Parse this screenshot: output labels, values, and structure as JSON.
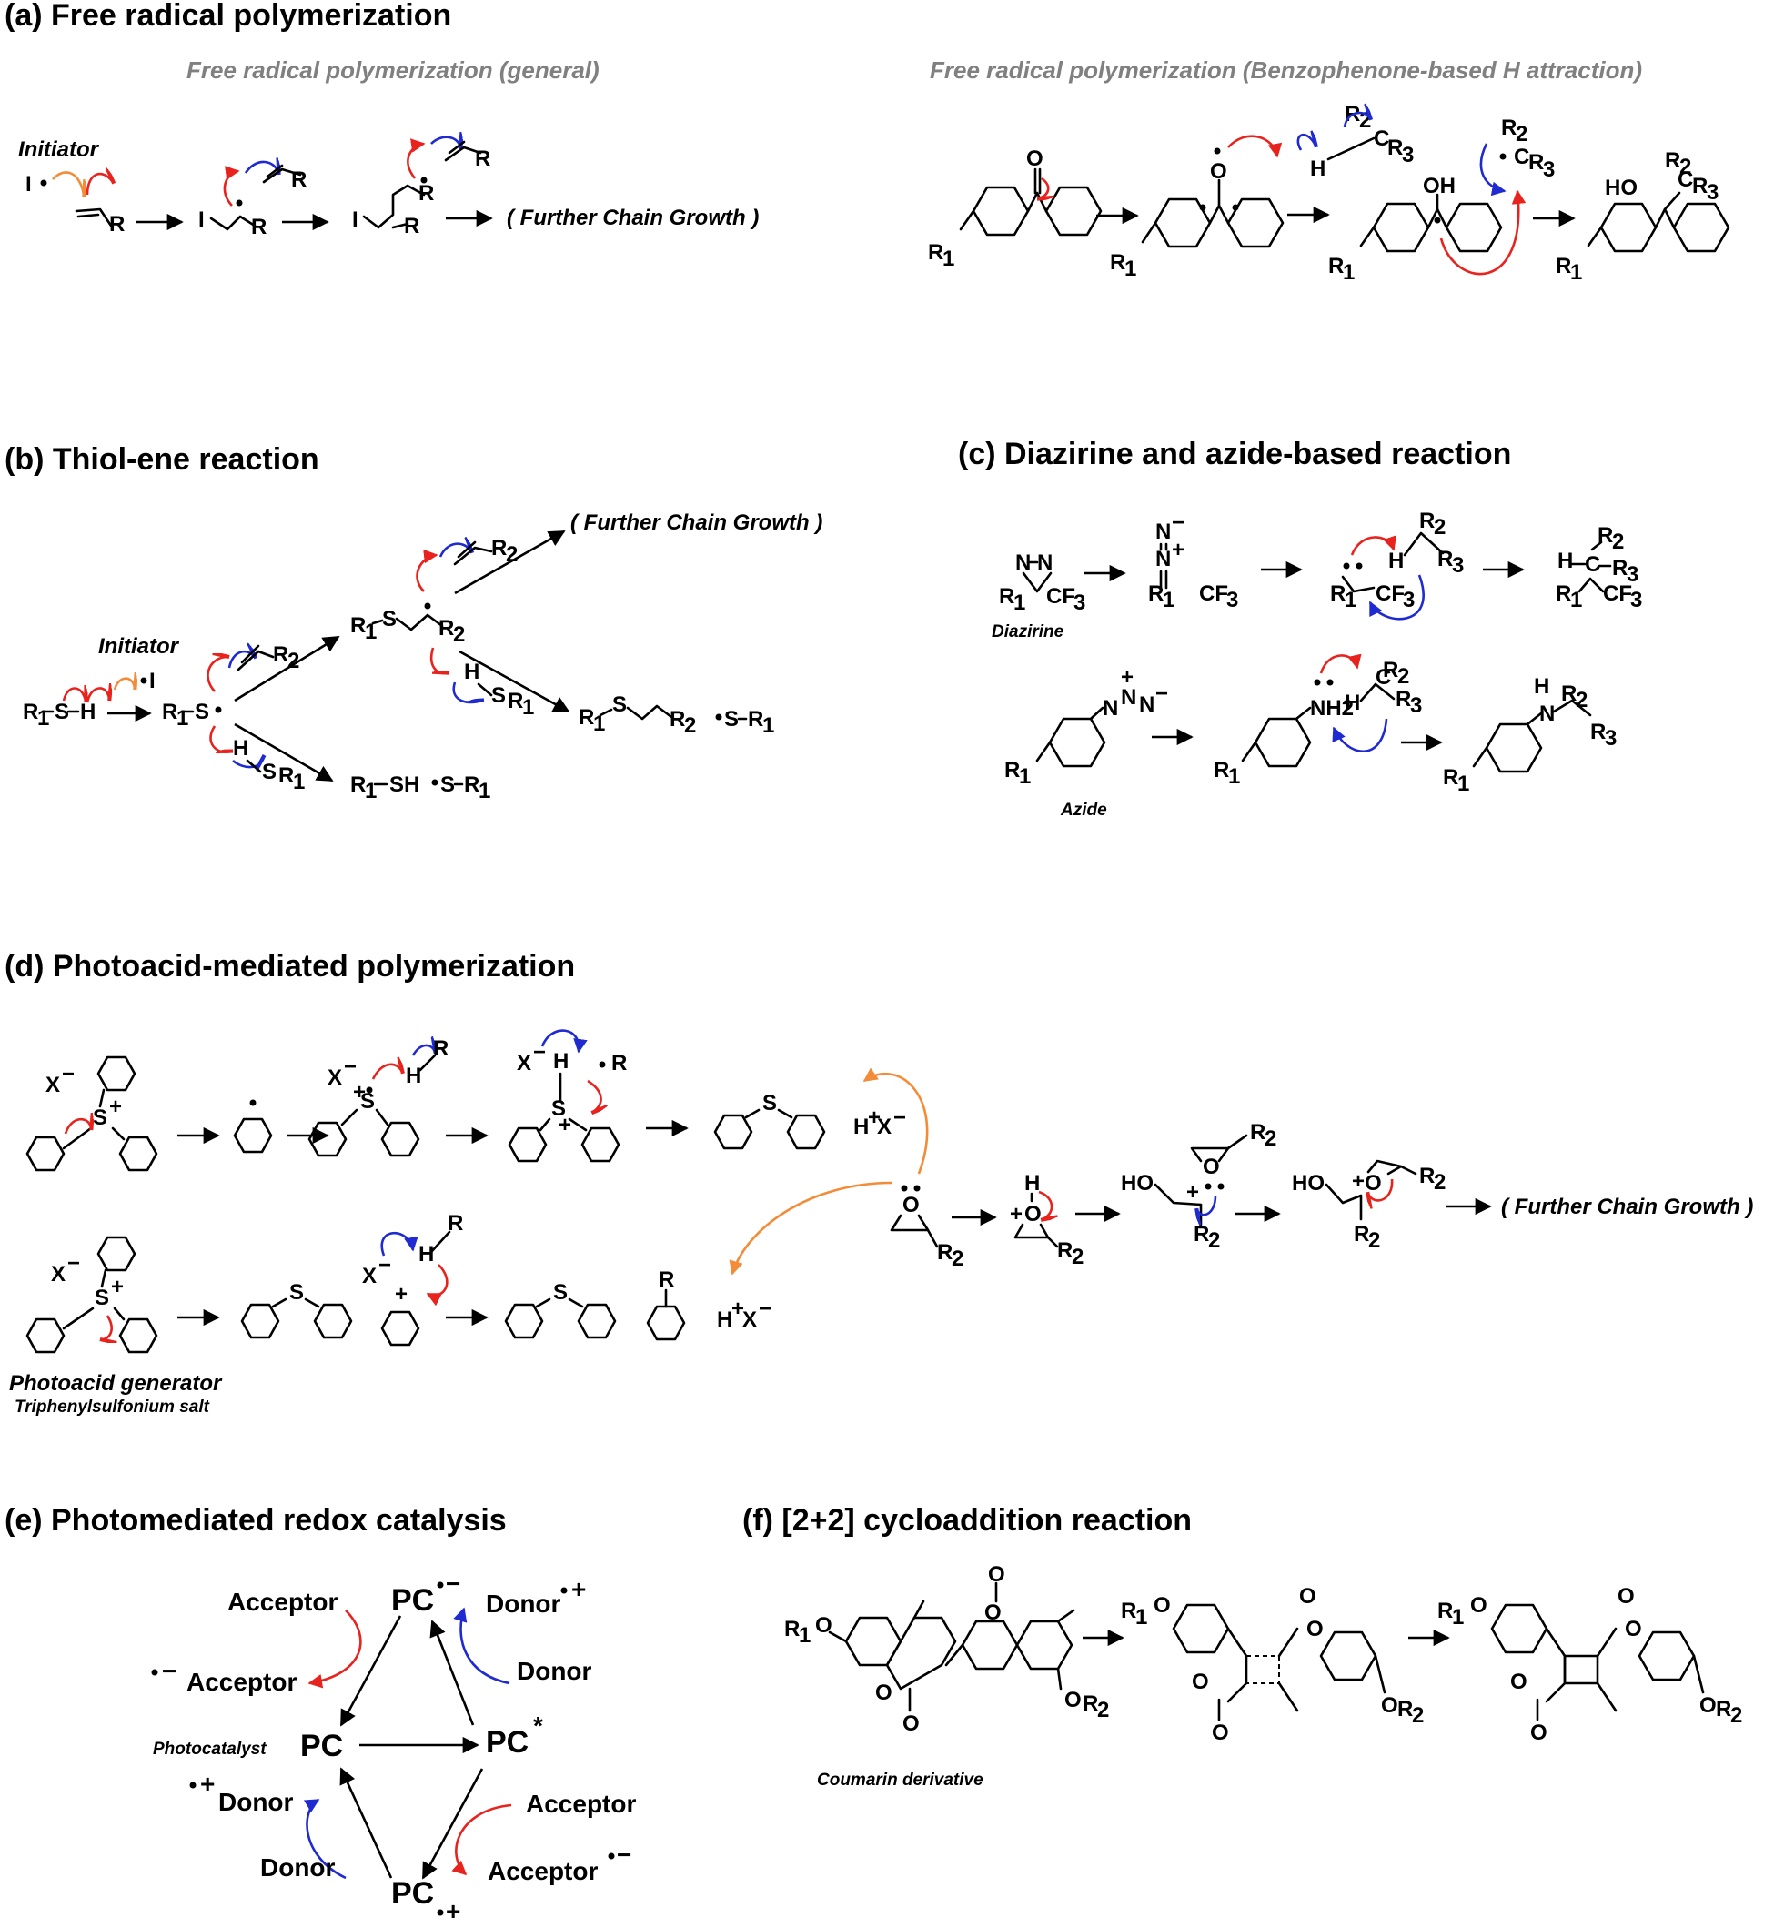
{
  "sections": {
    "a": {
      "title": "(a) Free radical polymerization",
      "sub_general": "Free radical polymerization (general)",
      "sub_benzophenone": "Free radical polymerization (Benzophenone-based H attraction)",
      "initiator": "Initiator",
      "further": "( Further Chain Growth )"
    },
    "b": {
      "title": "(b) Thiol-ene reaction",
      "initiator": "Initiator",
      "further": "( Further Chain Growth )"
    },
    "c": {
      "title": "(c) Diazirine and azide-based reaction",
      "diazirine": "Diazirine",
      "azide": "Azide"
    },
    "d": {
      "title": "(d) Photoacid-mediated polymerization",
      "further": "( Further Chain Growth )",
      "pag": "Photoacid generator",
      "pag_sub": "Triphenylsulfonium salt"
    },
    "e": {
      "title": "(e) Photomediated redox catalysis",
      "photocatalyst": "Photocatalyst",
      "pc": "PC",
      "acceptor": "Acceptor",
      "donor": "Donor"
    },
    "f": {
      "title": "(f) [2+2] cycloaddition reaction",
      "coumarin": "Coumarin derivative"
    }
  },
  "colors": {
    "red_arrow": "#e8231e",
    "blue_arrow": "#1f2bd1",
    "orange_arrow": "#f28c38",
    "subtitle_gray": "#808080"
  }
}
